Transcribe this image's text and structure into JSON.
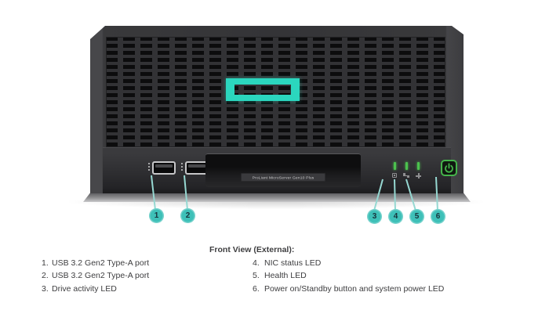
{
  "colors": {
    "teal": "#3EC0B8",
    "logo-teal": "#2BD6BE",
    "leader": "#96D8D2",
    "led-green": "#4CC24E",
    "power-green": "#45B44B",
    "text": "#3D3D3F"
  },
  "diagram": {
    "device_label": "ProLiant MicroServer Gen10 Plus",
    "callouts": [
      "1",
      "2",
      "3",
      "4",
      "5",
      "6"
    ],
    "icons": [
      "usb-port",
      "drive-activity-icon",
      "nic-status-icon",
      "health-icon",
      "power-icon",
      "hpe-logo"
    ]
  },
  "legend": {
    "heading": "Front View (External):",
    "left": [
      {
        "num": "1.",
        "label": "USB 3.2 Gen2 Type-A port"
      },
      {
        "num": "2.",
        "label": "USB 3.2 Gen2 Type-A port"
      },
      {
        "num": "3.",
        "label": "Drive activity LED"
      }
    ],
    "right": [
      {
        "num": "4.",
        "label": "NIC status LED"
      },
      {
        "num": "5.",
        "label": "Health LED"
      },
      {
        "num": "6.",
        "label": "Power on/Standby button and system power LED"
      }
    ]
  }
}
